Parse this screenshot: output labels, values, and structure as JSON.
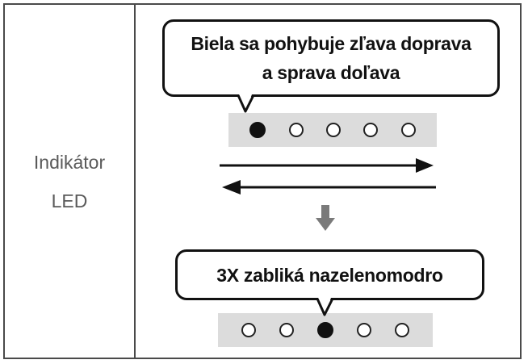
{
  "row_label": {
    "line1": "Indikátor",
    "line2": "LED"
  },
  "step1": {
    "bubble_line1": "Biela sa pohybuje zľava doprava",
    "bubble_line2": "a sprava doľava",
    "leds": [
      "on",
      "off",
      "off",
      "off",
      "off"
    ]
  },
  "step2": {
    "bubble_text": "3X zabliká nazelenomodro",
    "leds": [
      "off",
      "off",
      "on",
      "off",
      "off"
    ]
  },
  "colors": {
    "border": "#4a4a4a",
    "led_bar": "#dcdcdc",
    "led_on": "#111111",
    "arrow_down": "#7a7a7a"
  },
  "icons": {
    "right_arrow": "arrow-right-icon",
    "left_arrow": "arrow-left-icon",
    "down_arrow": "arrow-down-icon"
  }
}
